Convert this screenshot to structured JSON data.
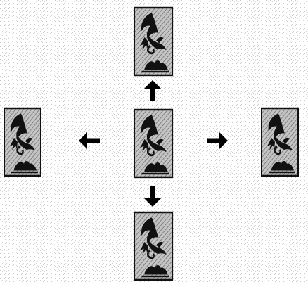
{
  "colors": {
    "background": "#ffffff",
    "noise": "#9a9a9a",
    "card_fill": "#bdbdbd",
    "hatch": "#6a6a6a",
    "card_border": "#111111",
    "figure": "#111111",
    "arrow": "#000000"
  },
  "tiles": [
    {
      "id": "center",
      "label": "",
      "role": "source"
    },
    {
      "id": "top",
      "label": "",
      "role": "moved-up"
    },
    {
      "id": "bottom",
      "label": "",
      "role": "moved-down"
    },
    {
      "id": "left",
      "label": "",
      "role": "moved-left"
    },
    {
      "id": "right",
      "label": "",
      "role": "moved-right"
    }
  ],
  "arrows": [
    {
      "direction": "up",
      "icon": "arrow-up-icon"
    },
    {
      "direction": "down",
      "icon": "arrow-down-icon"
    },
    {
      "direction": "left",
      "icon": "arrow-left-icon"
    },
    {
      "direction": "right",
      "icon": "arrow-right-icon"
    }
  ]
}
